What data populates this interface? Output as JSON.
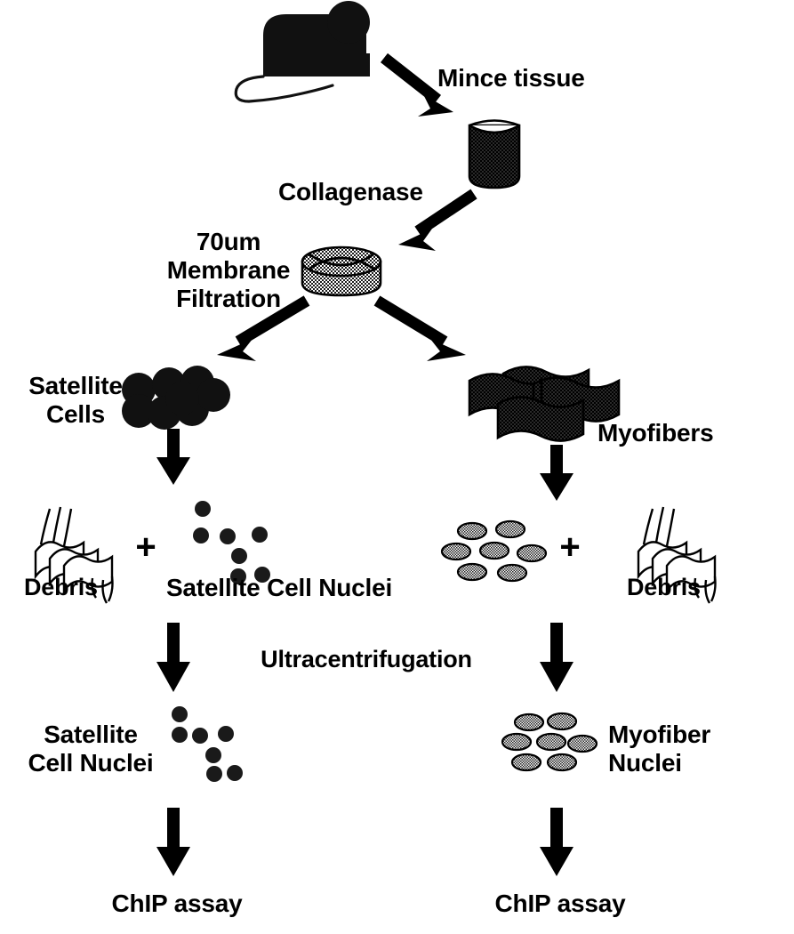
{
  "figure": {
    "title": "Satellite cell and myofiber nuclei isolation workflow",
    "background_color": "#ffffff",
    "ink_color": "#000000",
    "gray_fill_color": "#9a9a9a"
  },
  "labels": {
    "mince_tissue": "Mince tissue",
    "collagenase": "Collagenase",
    "filtration_line1": "70um",
    "filtration_line2": "Membrane",
    "filtration_line3": "Filtration",
    "satellite_cells_line1": "Satellite",
    "satellite_cells_line2": "Cells",
    "myofibers": "Myofibers",
    "debris_left": "Debris",
    "debris_right": "Debris",
    "satellite_cell_nuclei_mid": "Satellite Cell Nuclei",
    "plus_left": "+",
    "plus_right": "+",
    "ultracentrifugation": "Ultracentrifugation",
    "satellite_cell_nuclei_bottom_line1": "Satellite",
    "satellite_cell_nuclei_bottom_line2": "Cell Nuclei",
    "myofiber_nuclei_line1": "Myofiber",
    "myofiber_nuclei_line2": "Nuclei",
    "chip_assay_left": "ChIP assay",
    "chip_assay_right": "ChIP assay"
  },
  "steps": [
    {
      "id": "mouse",
      "label": "Mouse (tissue source)"
    },
    {
      "id": "beaker",
      "label": "Minced tissue in beaker"
    },
    {
      "id": "filter",
      "label": "70um membrane filter"
    },
    {
      "id": "satellite-cells",
      "label": "Satellite Cells"
    },
    {
      "id": "myofibers",
      "label": "Myofibers"
    },
    {
      "id": "satellite-cell-nuclei",
      "label": "Satellite Cell Nuclei"
    },
    {
      "id": "myofiber-nuclei",
      "label": "Myofiber Nuclei"
    },
    {
      "id": "chip-assay",
      "label": "ChIP assay"
    }
  ],
  "arrows": [
    {
      "id": "mince-tissue-arrow",
      "from": "mouse",
      "to": "beaker",
      "label": "Mince tissue"
    },
    {
      "id": "collagenase-arrow",
      "from": "beaker",
      "to": "filter",
      "label": "Collagenase"
    },
    {
      "id": "filter-to-satellite-cells-arrow",
      "from": "filter",
      "to": "satellite-cells",
      "label": ""
    },
    {
      "id": "filter-to-myofibers-arrow",
      "from": "filter",
      "to": "myofibers",
      "label": ""
    },
    {
      "id": "satellite-cells-lysis-arrow",
      "from": "satellite-cells",
      "to": "satellite-cell-nuclei",
      "label": ""
    },
    {
      "id": "myofibers-lysis-arrow",
      "from": "myofibers",
      "to": "myofiber-nuclei",
      "label": ""
    },
    {
      "id": "left-ultracentrifugation-arrow",
      "from": "satellite-cell-nuclei",
      "to": "satellite-cell-nuclei",
      "label": "Ultracentrifugation"
    },
    {
      "id": "right-ultracentrifugation-arrow",
      "from": "myofiber-nuclei",
      "to": "myofiber-nuclei",
      "label": "Ultracentrifugation"
    },
    {
      "id": "left-chip-arrow",
      "from": "satellite-cell-nuclei",
      "to": "chip-assay",
      "label": ""
    },
    {
      "id": "right-chip-arrow",
      "from": "myofiber-nuclei",
      "to": "chip-assay",
      "label": ""
    }
  ],
  "counts": {
    "satellite_cells_cluster": 8,
    "satellite_cell_nuclei_mid": 7,
    "satellite_cell_nuclei_bottom": 7,
    "myofiber_nuclei_mid": 7,
    "myofiber_nuclei_bottom": 7,
    "myofiber_bands": 4
  }
}
